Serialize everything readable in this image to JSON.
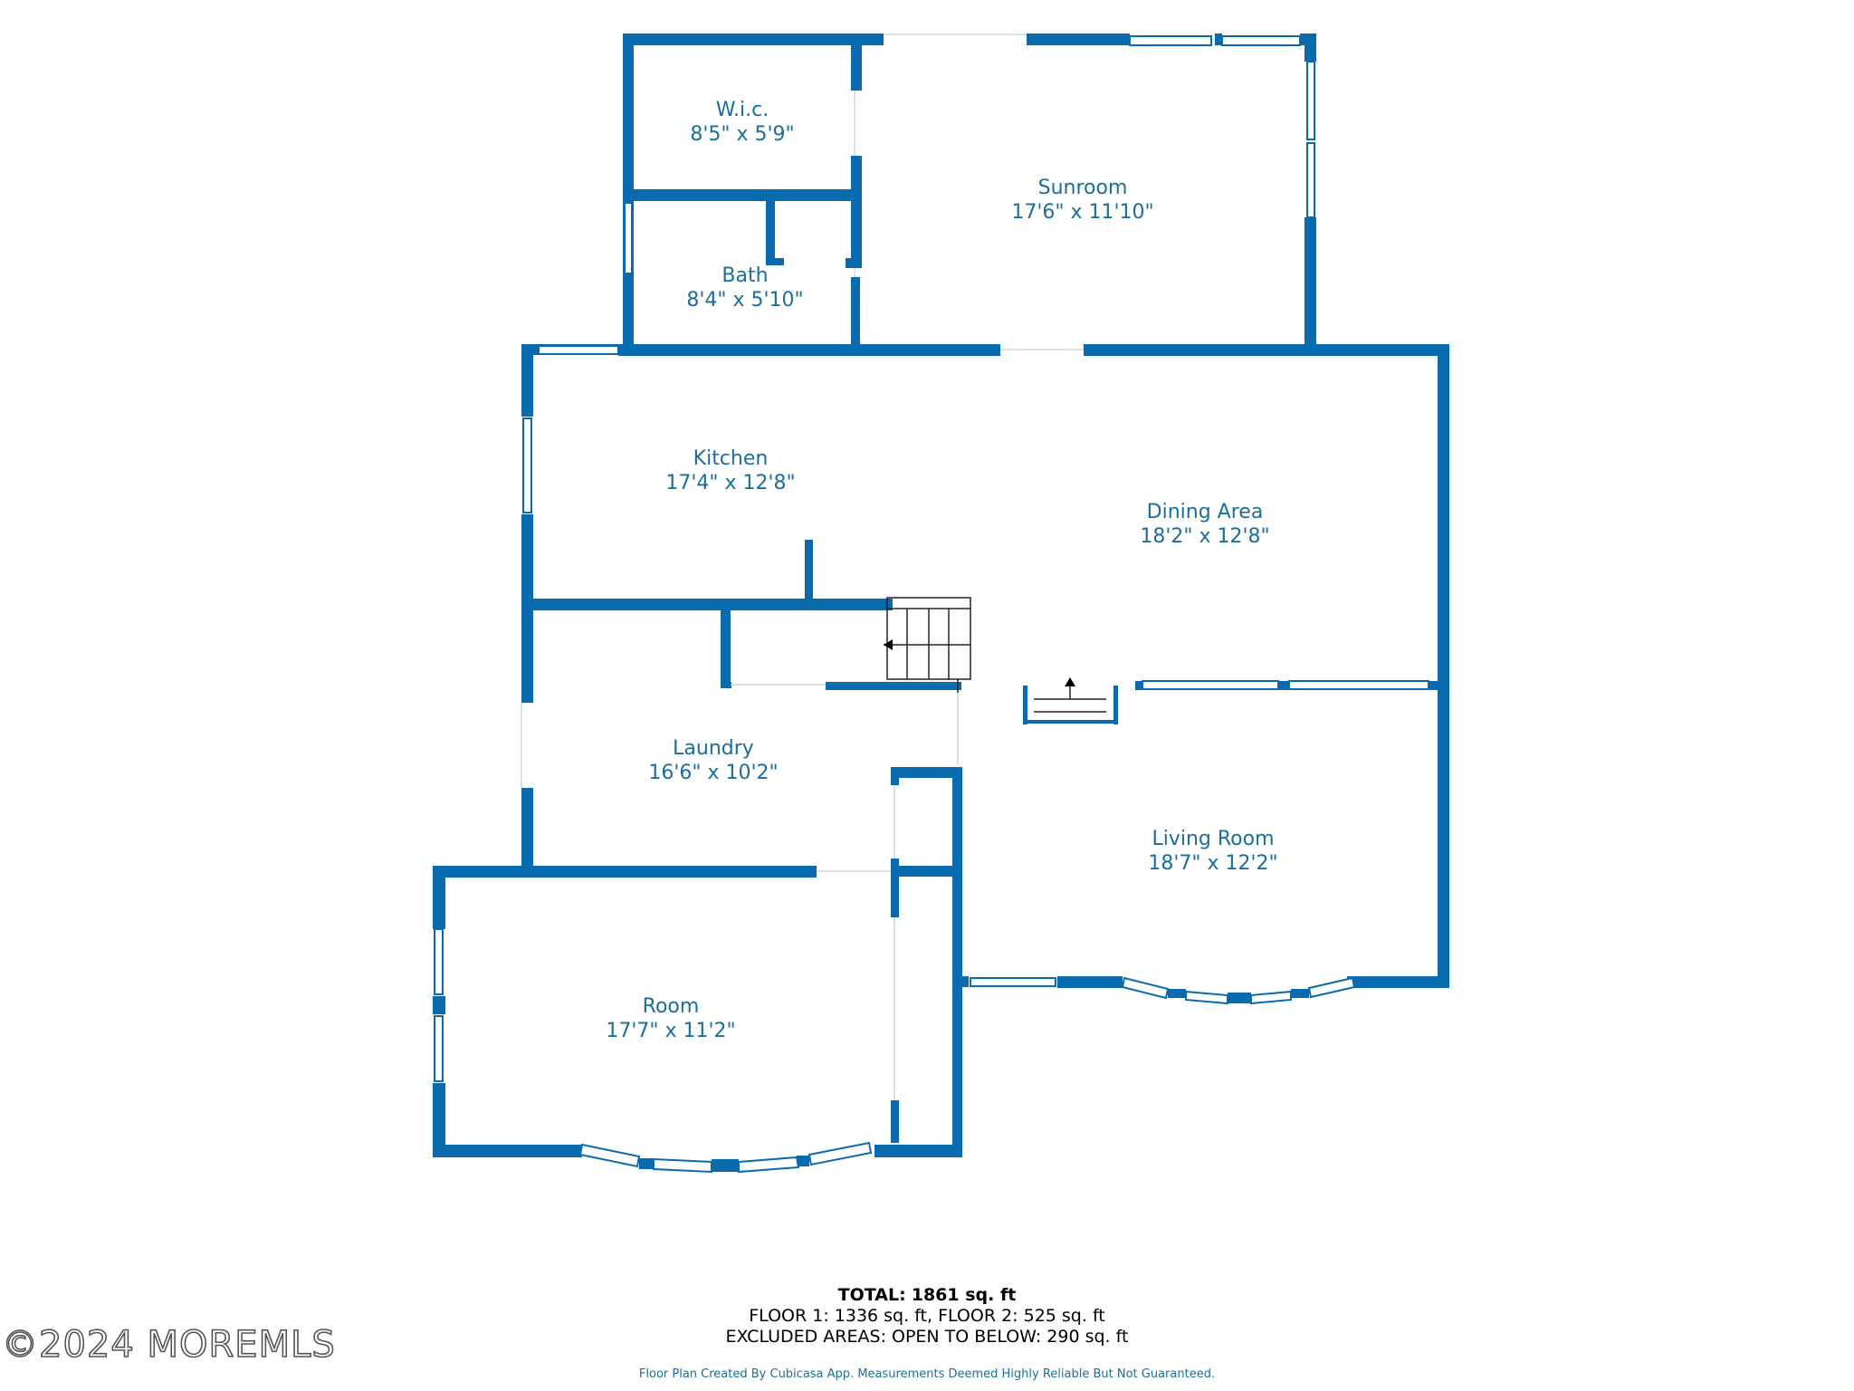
{
  "colors": {
    "wall": "#0a6aae",
    "text": "#1b6e9c",
    "window": "#0a6aae"
  },
  "rooms": [
    {
      "name": "W.i.c.",
      "dims": "8'5\" x 5'9\""
    },
    {
      "name": "Sunroom",
      "dims": "17'6\" x 11'10\""
    },
    {
      "name": "Bath",
      "dims": "8'4\" x 5'10\""
    },
    {
      "name": "Kitchen",
      "dims": "17'4\" x 12'8\""
    },
    {
      "name": "Dining Area",
      "dims": "18'2\" x 12'8\""
    },
    {
      "name": "Laundry",
      "dims": "16'6\" x 10'2\""
    },
    {
      "name": "Living Room",
      "dims": "18'7\" x 12'2\""
    },
    {
      "name": "Room",
      "dims": "17'7\" x 11'2\""
    }
  ],
  "summary": {
    "total_label": "TOTAL:",
    "total_value": "1861 sq. ft",
    "floors": "FLOOR 1: 1336 sq. ft, FLOOR 2: 525 sq. ft",
    "excluded": "EXCLUDED AREAS: OPEN TO BELOW: 290 sq. ft"
  },
  "credit": "Floor Plan Created By Cubicasa App. Measurements Deemed Highly Reliable But Not Guaranteed.",
  "watermark": "©2024 MOREMLS"
}
